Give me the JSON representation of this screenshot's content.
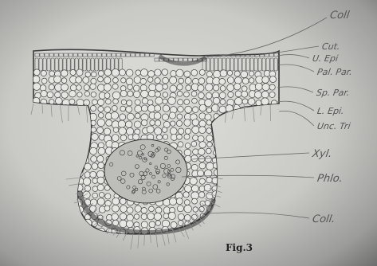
{
  "figure": {
    "caption": "Fig.3",
    "labels": [
      {
        "id": "coll_top",
        "text": "Coll"
      },
      {
        "id": "cut",
        "text": "Cut."
      },
      {
        "id": "u_epi",
        "text": "U. Epi"
      },
      {
        "id": "pal_par",
        "text": "Pal. Par."
      },
      {
        "id": "sp_par",
        "text": "Sp. Par."
      },
      {
        "id": "l_epi",
        "text": "L. Epi."
      },
      {
        "id": "unc_tri",
        "text": "Unc. Tri"
      },
      {
        "id": "xyl",
        "text": "Xyl."
      },
      {
        "id": "phlo",
        "text": "Phlo."
      },
      {
        "id": "coll_bottom",
        "text": "Coll."
      }
    ]
  }
}
